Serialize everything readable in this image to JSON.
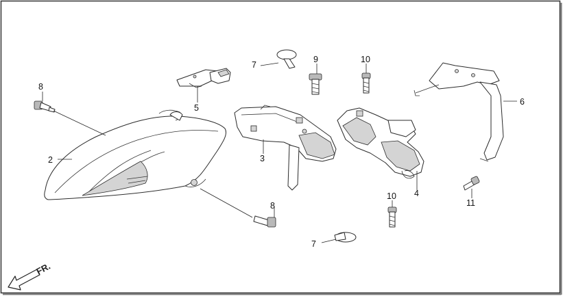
{
  "callouts": {
    "c1_label": "2",
    "c2_label": "3",
    "c3_label": "4",
    "c4_label": "5",
    "c5_label": "6",
    "c6_label": "7",
    "c7_label": "7",
    "c8_label": "8",
    "c9_label": "8",
    "c10_label": "9",
    "c11_label": "10",
    "c12_label": "10",
    "c13_label": "11"
  },
  "direction_label": "FR."
}
